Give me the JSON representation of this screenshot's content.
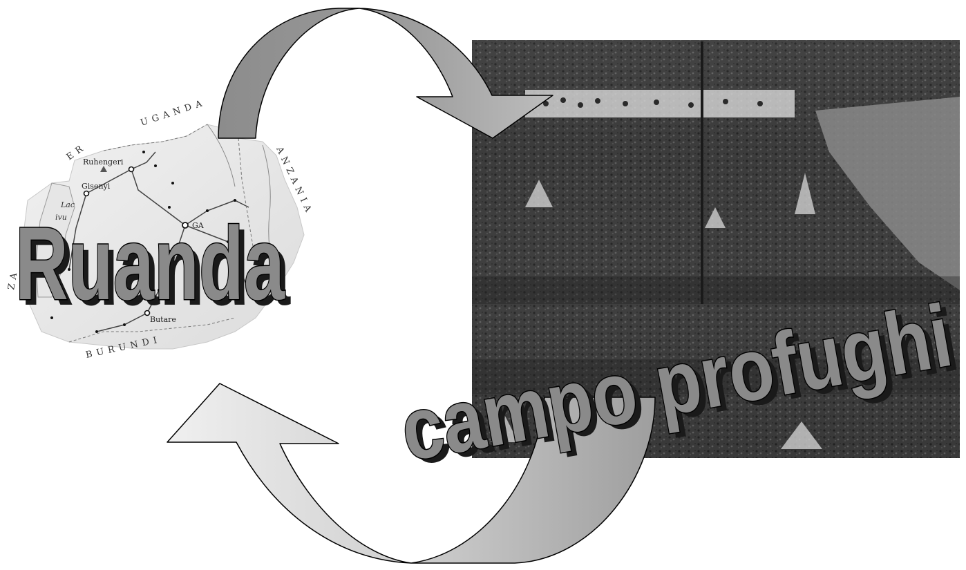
{
  "title_left": "Ruanda",
  "title_right": "campo profughi",
  "map": {
    "cities": [
      "Ruhengeri",
      "Gisenyi",
      "Butare",
      "GA"
    ],
    "lake_line1": "Lac",
    "lake_line2": "ivu",
    "countries": {
      "uganda": "U G A N D A",
      "tanzania": "A N Z A N I A",
      "burundi": "B U R U N D I",
      "zaire_top": "E R",
      "zaire_side": "Z A"
    }
  },
  "colors": {
    "arrow_top_dark": "#8c8c8c",
    "arrow_top_light": "#b5b5b5",
    "arrow_bottom_dark": "#a8a8a8",
    "arrow_bottom_light": "#ececec",
    "wordart_fill": "#8a8a8a"
  }
}
